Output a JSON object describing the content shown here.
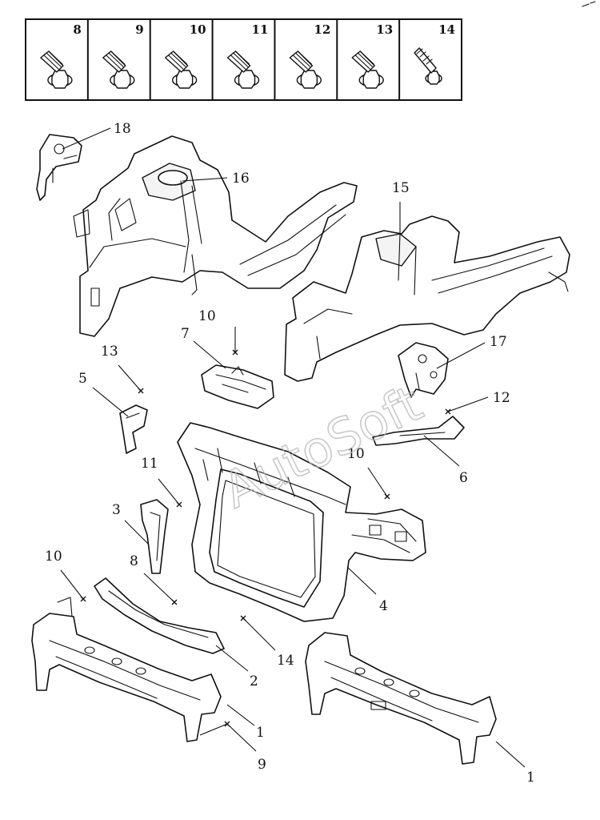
{
  "fasteners": {
    "cells": [
      {
        "number": "8",
        "icon": "flange-bolt-icon"
      },
      {
        "number": "9",
        "icon": "flange-bolt-icon"
      },
      {
        "number": "10",
        "icon": "flange-bolt-icon"
      },
      {
        "number": "11",
        "icon": "flange-bolt-icon"
      },
      {
        "number": "12",
        "icon": "flange-bolt-icon"
      },
      {
        "number": "13",
        "icon": "flange-bolt-icon"
      },
      {
        "number": "14",
        "icon": "long-screw-icon"
      }
    ]
  },
  "callouts": {
    "c18": "18",
    "c16": "16",
    "c15": "15",
    "c10a": "10",
    "c7": "7",
    "c13": "13",
    "c5": "5",
    "c17": "17",
    "c12": "12",
    "c6": "6",
    "c11": "11",
    "c10b": "10",
    "c3": "3",
    "c10c": "10",
    "c8": "8",
    "c4": "4",
    "c14": "14",
    "c2": "2",
    "c1a": "1",
    "c9": "9",
    "c1b": "1"
  },
  "watermark": "AutoSoft"
}
